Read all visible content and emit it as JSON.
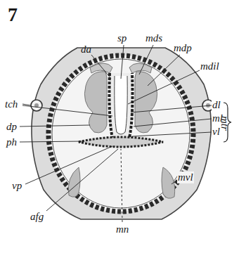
{
  "diagram": {
    "labels": [
      "7",
      "sp",
      "mds",
      "da",
      "mdp",
      "mdil",
      "tch",
      "dp",
      "ph",
      "dl",
      "ml",
      "vl",
      "mtr",
      "vp",
      "afg",
      "mn",
      "mvl"
    ]
  }
}
